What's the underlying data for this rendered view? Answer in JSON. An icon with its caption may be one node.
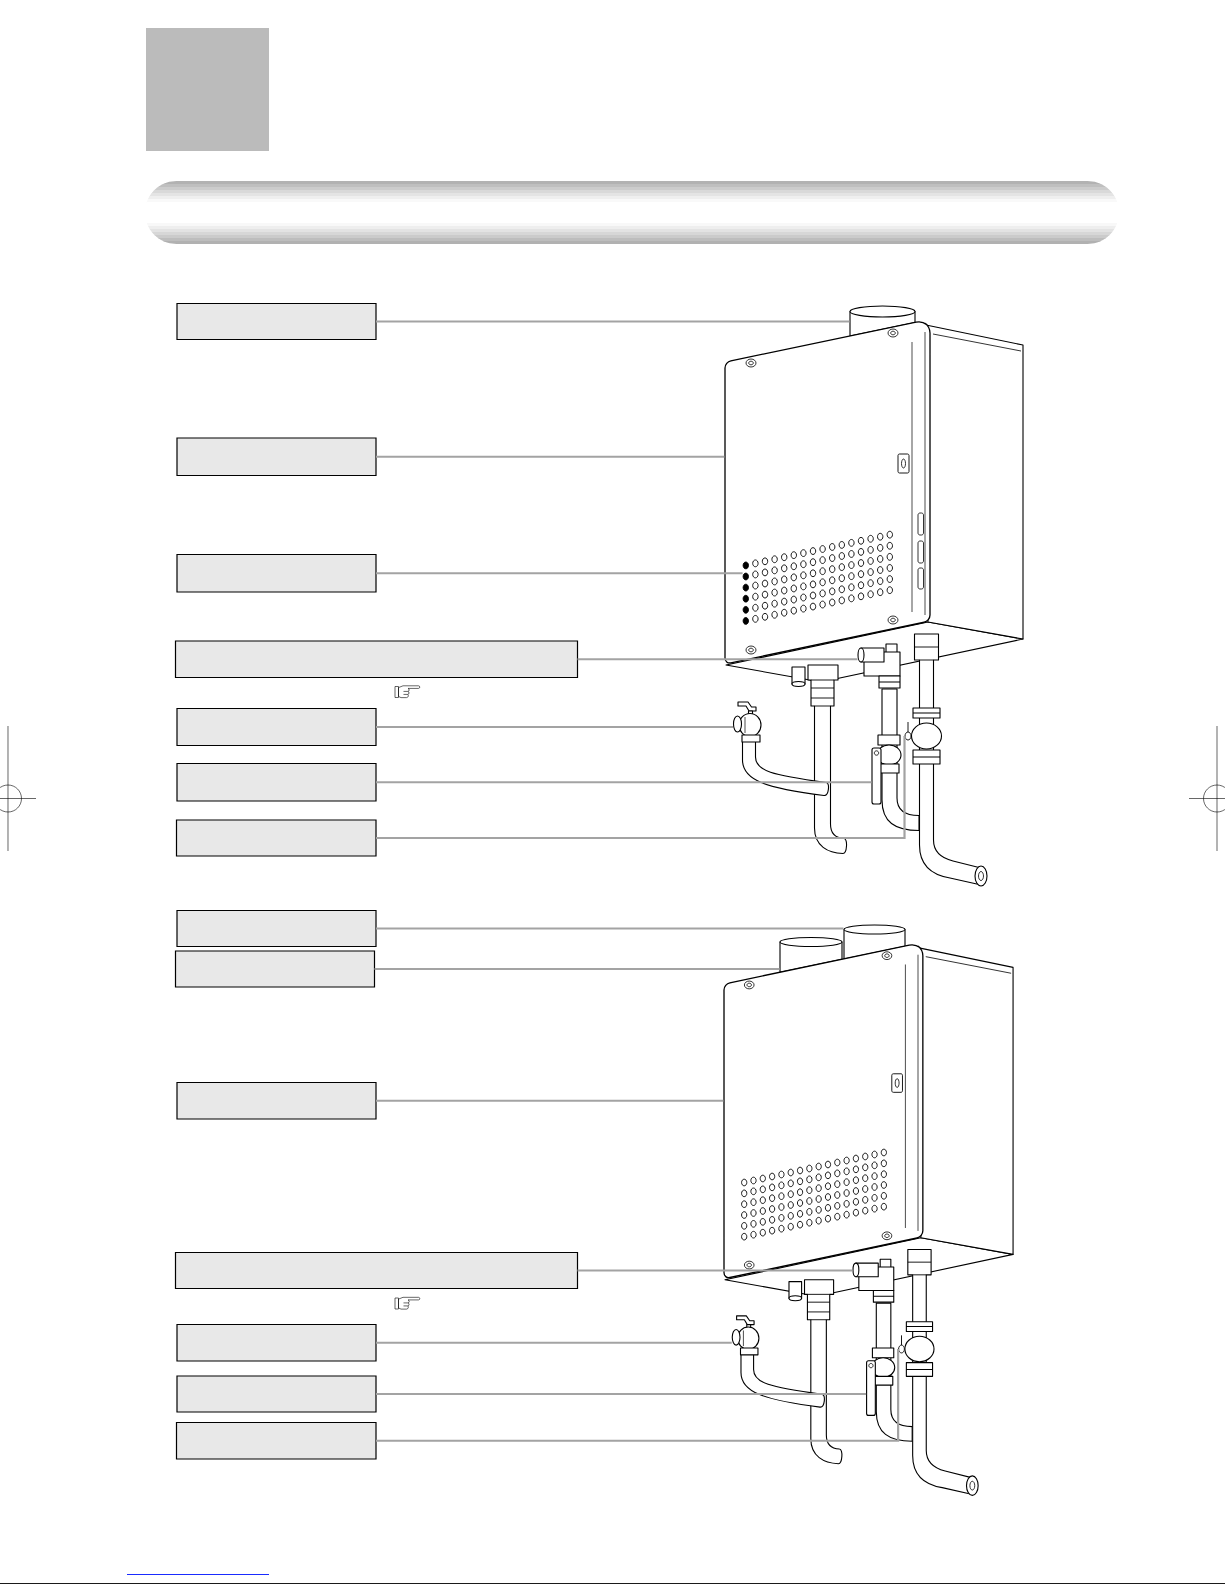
{
  "diagram": {
    "nodes": [
      {
        "text": [],
        "shape": "box"
      },
      {
        "text": [],
        "shape": "bar"
      },
      {
        "text": [],
        "shape": "box"
      },
      {
        "text": [],
        "shape": "cylinder"
      },
      {
        "text": [],
        "shape": "box"
      },
      {
        "text": [],
        "shape": "picture"
      },
      {
        "text": [],
        "shape": "box"
      },
      {
        "text": [],
        "shape": "picture",
        "in": 5
      },
      {
        "text": [],
        "shape": "box"
      },
      {
        "text": [],
        "shape": "picture"
      },
      {
        "text": [],
        "shape": "box"
      },
      {
        "text": [],
        "shape": "picture"
      },
      {
        "text": [],
        "shape": "box"
      },
      {
        "text": [],
        "shape": "picture"
      },
      {
        "text": [],
        "shape": "box"
      },
      {
        "text": [],
        "shape": "picture"
      },
      {
        "text": [],
        "shape": "box"
      },
      {
        "text": [],
        "shape": "cylinder"
      },
      {
        "text": [],
        "shape": "box"
      },
      {
        "text": [],
        "shape": "cylinder"
      },
      {
        "text": [],
        "shape": "box"
      },
      {
        "text": [],
        "shape": "picture"
      },
      {
        "text": [],
        "shape": "box"
      },
      {
        "text": [],
        "shape": "picture"
      },
      {
        "text": [],
        "shape": "box"
      },
      {
        "text": [],
        "shape": "picture"
      },
      {
        "text": [],
        "shape": "box"
      },
      {
        "text": [],
        "shape": "picture"
      },
      {
        "text": [],
        "shape": "box"
      },
      {
        "text": [],
        "shape": "picture"
      }
    ],
    "edges": [
      {
        "from": 2,
        "to": 3,
        "arrow": "none"
      },
      {
        "from": 4,
        "to": 5,
        "arrow": "none"
      },
      {
        "from": 6,
        "to": 7,
        "arrow": "none"
      },
      {
        "from": 8,
        "to": 9,
        "arrow": "none"
      },
      {
        "from": 10,
        "to": 11,
        "arrow": "none"
      },
      {
        "from": 12,
        "to": 13,
        "arrow": "none"
      },
      {
        "from": 14,
        "to": 15,
        "arrow": "none"
      },
      {
        "from": 16,
        "to": 17,
        "arrow": "none"
      },
      {
        "from": 18,
        "to": 19,
        "arrow": "none"
      },
      {
        "from": 20,
        "to": 21,
        "arrow": "none"
      },
      {
        "from": 22,
        "to": 23,
        "arrow": "none"
      },
      {
        "from": 24,
        "to": 25,
        "arrow": "none"
      },
      {
        "from": 26,
        "to": 27,
        "arrow": "none"
      },
      {
        "from": 28,
        "to": 29,
        "arrow": "none"
      }
    ]
  }
}
